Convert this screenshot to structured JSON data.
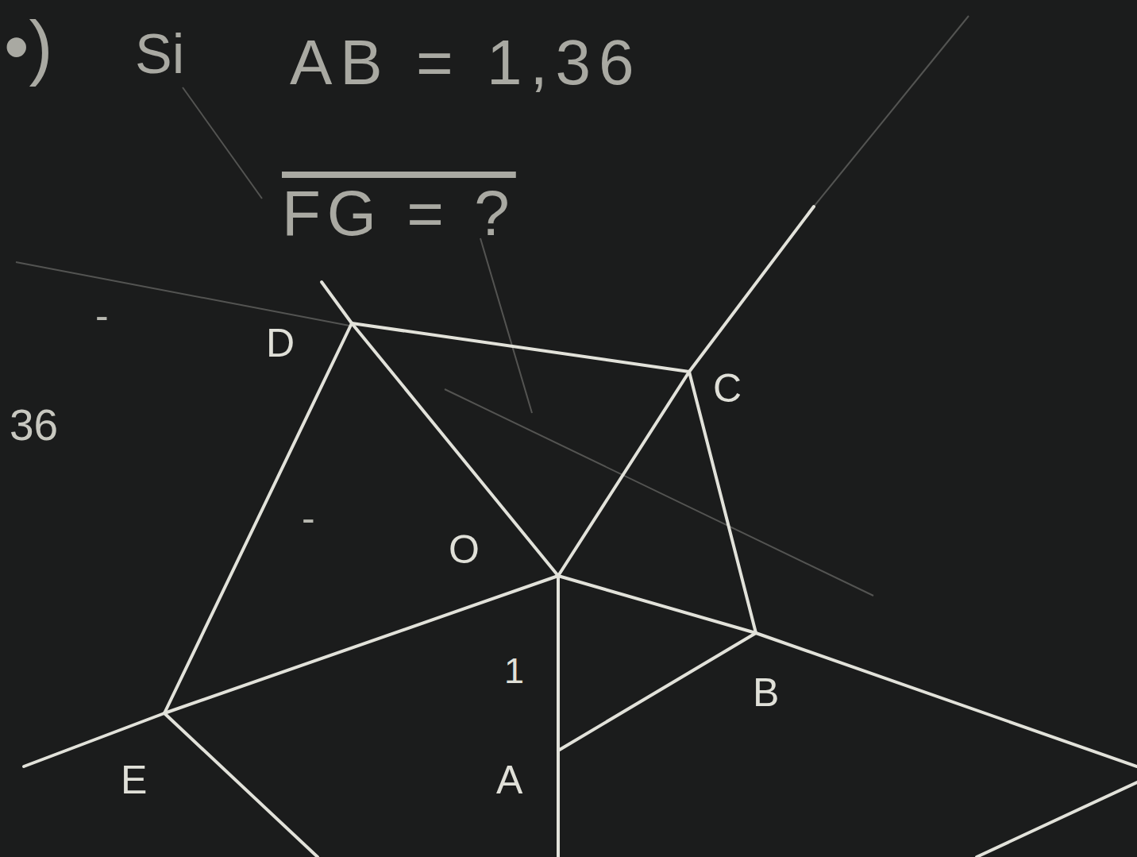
{
  "diagram": {
    "labels": [
      "•)",
      "Si",
      "AB = 1,36",
      "FG = ?",
      "D",
      "36",
      "C",
      "-",
      "O",
      "-",
      "1",
      "B",
      "A",
      "E"
    ]
  }
}
